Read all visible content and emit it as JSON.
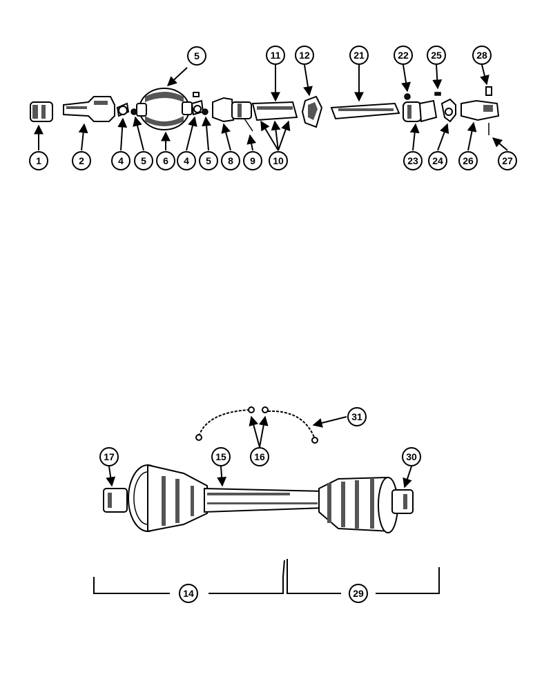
{
  "callouts": {
    "c1": "1",
    "c2": "2",
    "c4a": "4",
    "c5a": "5",
    "c6": "6",
    "c4b": "4",
    "c5b": "5",
    "c8": "8",
    "c9": "9",
    "c10": "10",
    "c5top": "5",
    "c11": "11",
    "c12": "12",
    "c21": "21",
    "c22": "22",
    "c25": "25",
    "c28": "28",
    "c23": "23",
    "c24": "24",
    "c26": "26",
    "c27": "27",
    "c31": "31",
    "c16": "16",
    "c17": "17",
    "c15": "15",
    "c30": "30",
    "c14": "14",
    "c29": "29"
  }
}
